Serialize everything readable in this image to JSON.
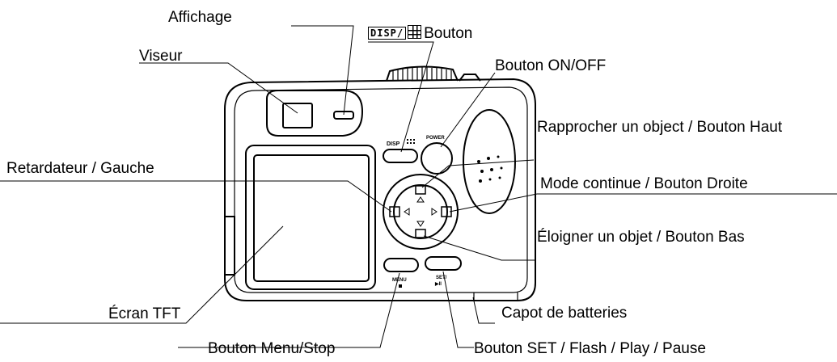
{
  "labels": {
    "affichage": "Affichage",
    "viseur": "Viseur",
    "disp_prefix": "DISP/",
    "disp_bouton": "Bouton",
    "on_off": "Bouton ON/OFF",
    "rapprocher": "Rapprocher un object / Bouton Haut",
    "retardateur": "Retardateur / Gauche",
    "mode_continue": "Mode continue / Bouton Droite",
    "eloigner": "Éloigner un objet / Bouton Bas",
    "ecran": "Écran TFT",
    "capot": "Capot de batteries",
    "menu_stop": "Bouton Menu/Stop",
    "set_flash": "Bouton SET / Flash / Play / Pause"
  },
  "camera_print": {
    "disp": "DISP",
    "power": "POWER",
    "menu": "MENU",
    "set": "SET/",
    "play": "▶II"
  },
  "colors": {
    "line": "#000000",
    "body_fill": "#ffffff",
    "shade": "#e6e6e6"
  }
}
